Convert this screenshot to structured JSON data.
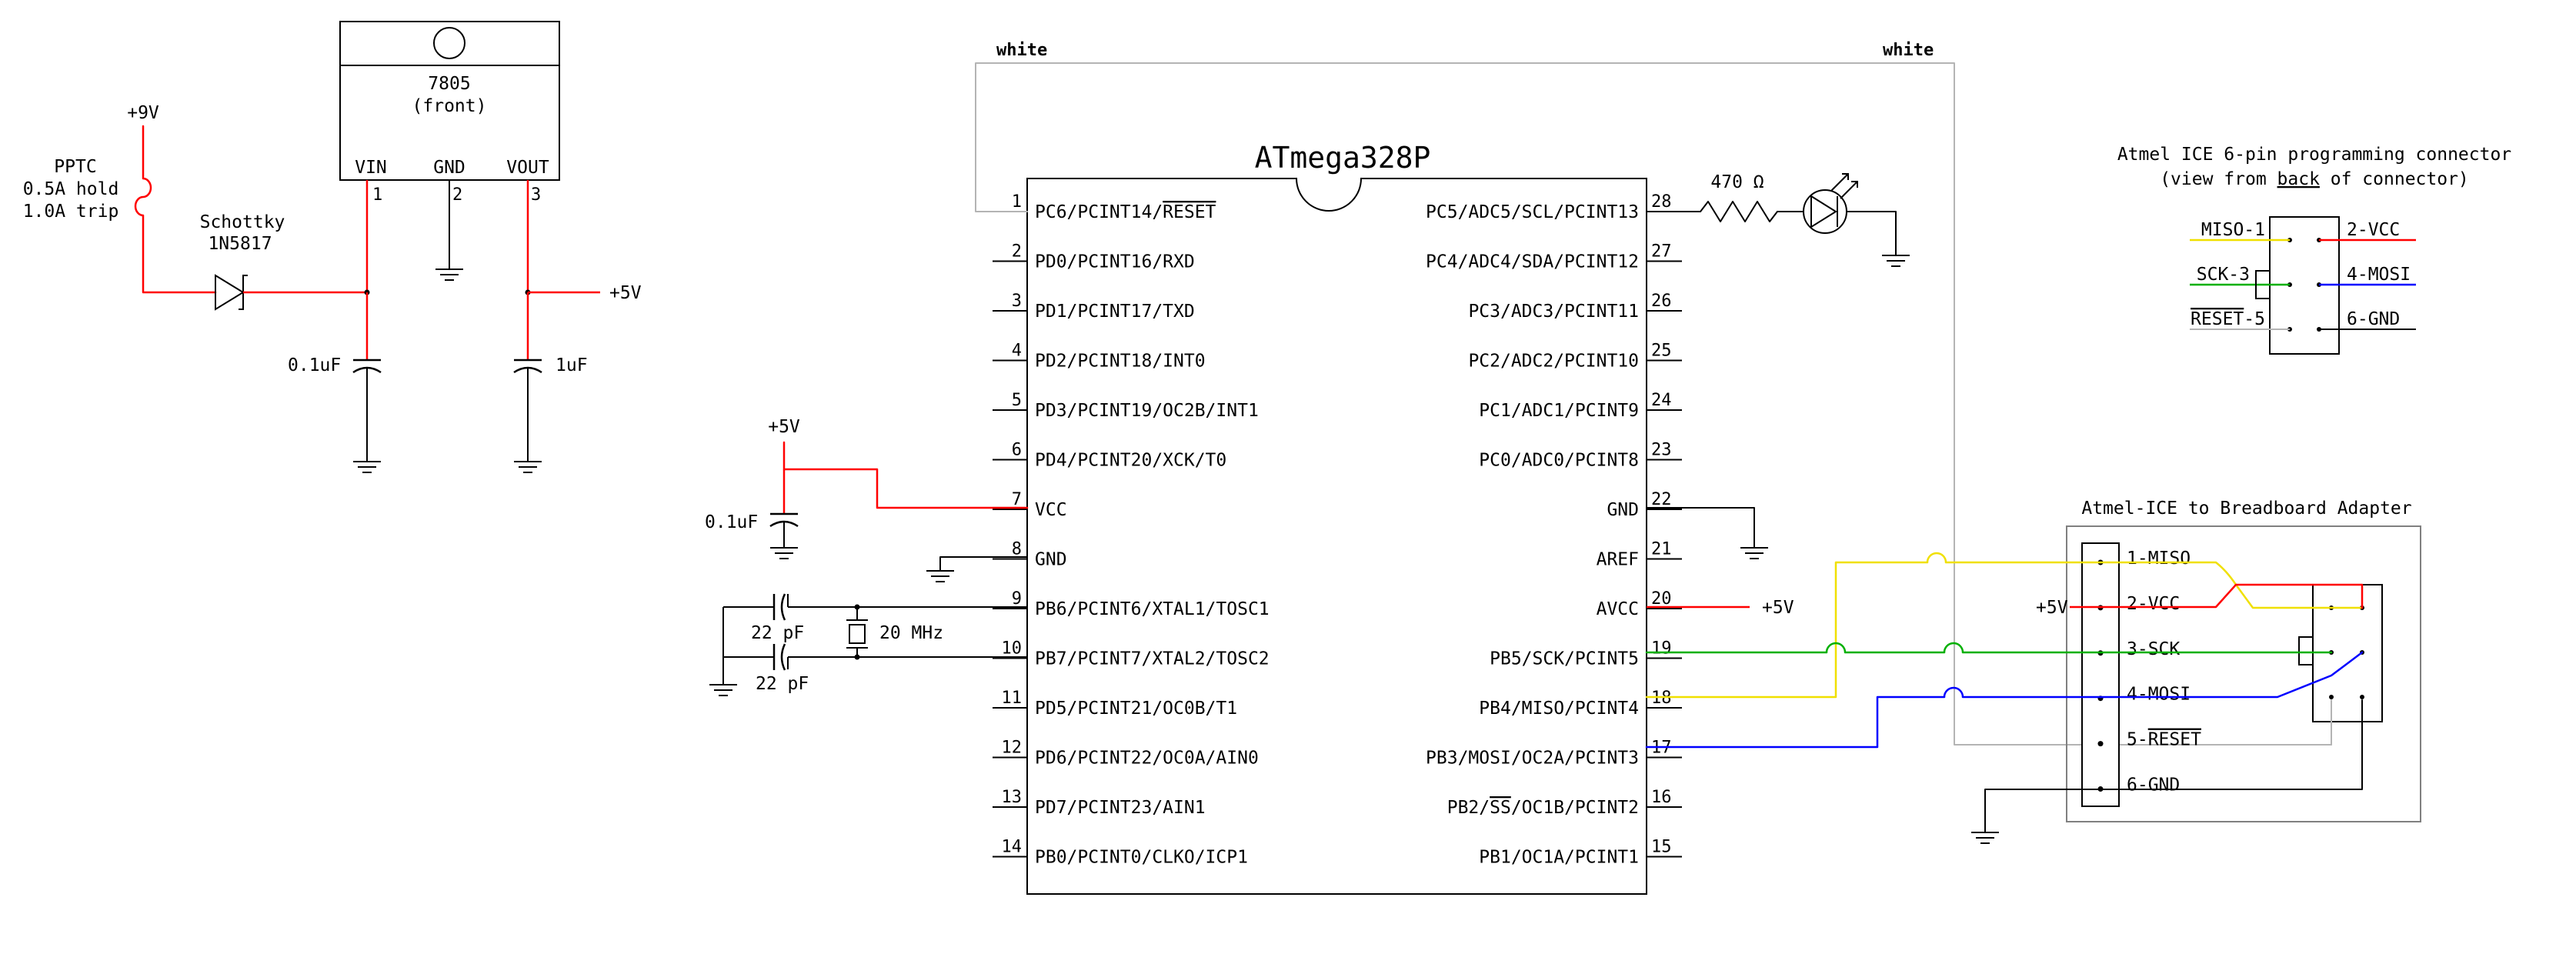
{
  "colors": {
    "black": "#000000",
    "red": "#ff0000",
    "yellow": "#f0e000",
    "green": "#00b000",
    "blue": "#0000ff",
    "white_wire": "#b4b4b4"
  },
  "regulator": {
    "name": "7805",
    "view": "(front)",
    "pins": [
      {
        "label": "VIN",
        "num": "1"
      },
      {
        "label": "GND",
        "num": "2"
      },
      {
        "label": "VOUT",
        "num": "3"
      }
    ]
  },
  "power_input": {
    "supply": "+9V",
    "pptc": [
      "PPTC",
      "0.5A hold",
      "1.0A trip"
    ],
    "diode": [
      "Schottky",
      "1N5817"
    ],
    "cap_in": "0.1uF",
    "cap_out": "1uF",
    "out": "+5V"
  },
  "mcu": {
    "name": "ATmega328P",
    "left_pins": [
      {
        "num": "1",
        "label": "PC6/PCINT14/",
        "overbar": "RESET"
      },
      {
        "num": "2",
        "label": "PD0/PCINT16/RXD"
      },
      {
        "num": "3",
        "label": "PD1/PCINT17/TXD"
      },
      {
        "num": "4",
        "label": "PD2/PCINT18/INT0"
      },
      {
        "num": "5",
        "label": "PD3/PCINT19/OC2B/INT1"
      },
      {
        "num": "6",
        "label": "PD4/PCINT20/XCK/T0"
      },
      {
        "num": "7",
        "label": "VCC"
      },
      {
        "num": "8",
        "label": "GND"
      },
      {
        "num": "9",
        "label": "PB6/PCINT6/XTAL1/TOSC1"
      },
      {
        "num": "10",
        "label": "PB7/PCINT7/XTAL2/TOSC2"
      },
      {
        "num": "11",
        "label": "PD5/PCINT21/OC0B/T1"
      },
      {
        "num": "12",
        "label": "PD6/PCINT22/OC0A/AIN0"
      },
      {
        "num": "13",
        "label": "PD7/PCINT23/AIN1"
      },
      {
        "num": "14",
        "label": "PB0/PCINT0/CLKO/ICP1"
      }
    ],
    "right_pins": [
      {
        "num": "28",
        "label": "PC5/ADC5/SCL/PCINT13"
      },
      {
        "num": "27",
        "label": "PC4/ADC4/SDA/PCINT12"
      },
      {
        "num": "26",
        "label": "PC3/ADC3/PCINT11"
      },
      {
        "num": "25",
        "label": "PC2/ADC2/PCINT10"
      },
      {
        "num": "24",
        "label": "PC1/ADC1/PCINT9"
      },
      {
        "num": "23",
        "label": "PC0/ADC0/PCINT8"
      },
      {
        "num": "22",
        "label": "GND"
      },
      {
        "num": "21",
        "label": "AREF"
      },
      {
        "num": "20",
        "label": "AVCC"
      },
      {
        "num": "19",
        "label": "PB5/SCK/PCINT5"
      },
      {
        "num": "18",
        "label": "PB4/MISO/PCINT4"
      },
      {
        "num": "17",
        "label": "PB3/MOSI/OC2A/PCINT3"
      },
      {
        "num": "16",
        "label": "PB2/",
        "overbar": "SS",
        "suffix": "/OC1B/PCINT2"
      },
      {
        "num": "15",
        "label": "PB1/OC1A/PCINT1"
      }
    ]
  },
  "support": {
    "vcc_supply": "+5V",
    "vcc_cap": "0.1uF",
    "xtal_cap1": "22 pF",
    "xtal_cap2": "22 pF",
    "crystal": "20 MHz",
    "resistor": "470 Ω",
    "avcc_supply": "+5V"
  },
  "wires": {
    "white_left": "white",
    "white_right": "white"
  },
  "isp_connector": {
    "title": "Atmel ICE 6-pin programming connector",
    "subtitle_pre": "(view from ",
    "subtitle_em": "back",
    "subtitle_post": " of connector)",
    "left_pins": [
      {
        "text": "MISO-1"
      },
      {
        "text": "SCK-3"
      },
      {
        "pre": "",
        "overbar": "RESET",
        "post": "-5"
      }
    ],
    "right_pins": [
      "2-VCC",
      "4-MOSI",
      "6-GND"
    ]
  },
  "adapter": {
    "title": "Atmel-ICE to Breadboard Adapter",
    "supply": "+5V",
    "pins": [
      {
        "text": "1-MISO"
      },
      {
        "text": "2-VCC"
      },
      {
        "text": "3-SCK"
      },
      {
        "text": "4-MOSI"
      },
      {
        "pre": "5-",
        "overbar": "RESET",
        "post": ""
      },
      {
        "text": "6-GND"
      }
    ]
  }
}
